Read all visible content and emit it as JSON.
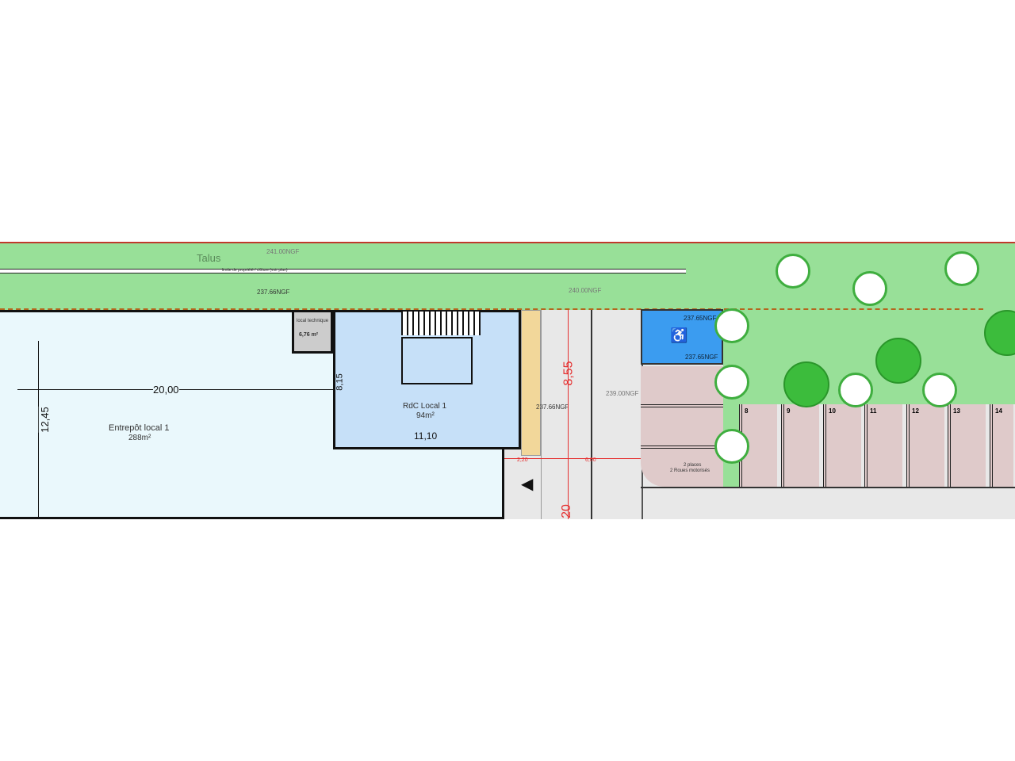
{
  "plan": {
    "talus_label": "Talus",
    "levels": [
      "241.00NGF",
      "237.66NGF",
      "240.00NGF",
      "237.65NGF",
      "237.65NGF",
      "237.66NGF",
      "239.00NGF"
    ],
    "boundary_note": "limite de propriété / clôture (voir plan)",
    "warehouse": {
      "name": "Entrepôt local 1",
      "area": "288m²"
    },
    "office": {
      "name": "RdC Local 1",
      "area": "94m²"
    },
    "small_room": {
      "name": "local technique",
      "area": "6,76 m²"
    },
    "dimensions": [
      "20,00",
      "12,45",
      "8,15",
      "11,10",
      "8,55",
      "20",
      "2,20",
      "6,00"
    ],
    "parking_spots": [
      "8",
      "9",
      "10",
      "11",
      "12",
      "13",
      "14"
    ],
    "moto_label": [
      "2 places",
      "2 Roues motorisés"
    ],
    "colors": {
      "lawn": "#98e098",
      "warehouse": "#eaf8fc",
      "office": "#c6e0f8",
      "pmr": "#3b9cf0",
      "parking": "#dfcaca",
      "road": "#e8e8e8",
      "dimension": "#e53030"
    }
  }
}
